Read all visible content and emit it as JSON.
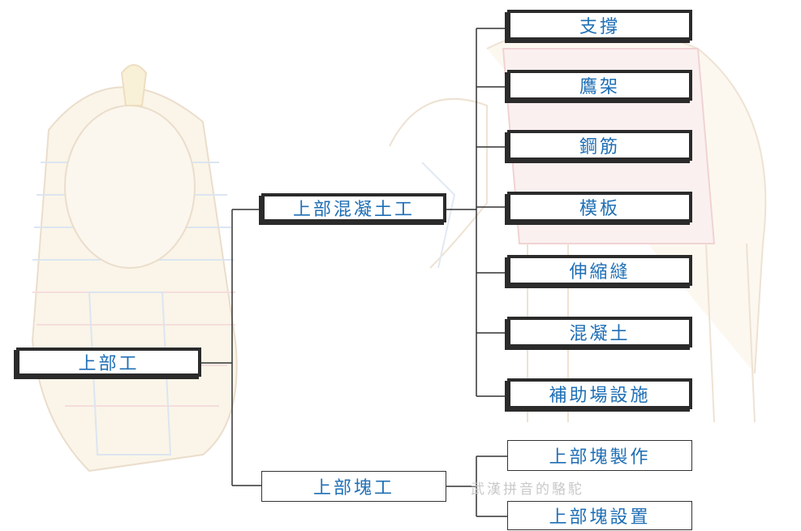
{
  "tree": {
    "root": {
      "label": "上部工"
    },
    "branches": [
      {
        "label": "上部混凝土工",
        "children": [
          "支撐",
          "鷹架",
          "鋼筋",
          "模板",
          "伸縮縫",
          "混凝土",
          "補助場設施"
        ]
      },
      {
        "label": "上部塊工",
        "children": [
          "上部塊製作",
          "上部塊設置"
        ]
      }
    ]
  },
  "watermark": {
    "caption": "武漢拼音的駱駝"
  },
  "colors": {
    "label_text": "#1f6fb5",
    "box_border": "#2b2b2b",
    "connector": "#333333"
  }
}
